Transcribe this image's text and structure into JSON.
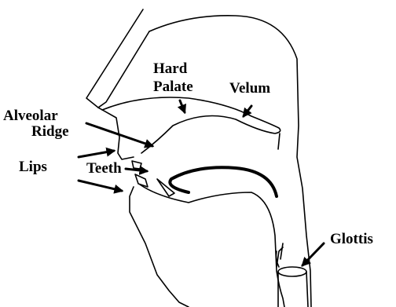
{
  "labels": {
    "hard_palate_line1": "Hard",
    "hard_palate_line2": "Palate",
    "velum": "Velum",
    "alveolar_ridge_line1": "Alveolar",
    "alveolar_ridge_line2": "Ridge",
    "lips": "Lips",
    "teeth": "Teeth",
    "glottis": "Glottis"
  },
  "colors": {
    "background": "#ffffff",
    "ink": "#000000"
  }
}
